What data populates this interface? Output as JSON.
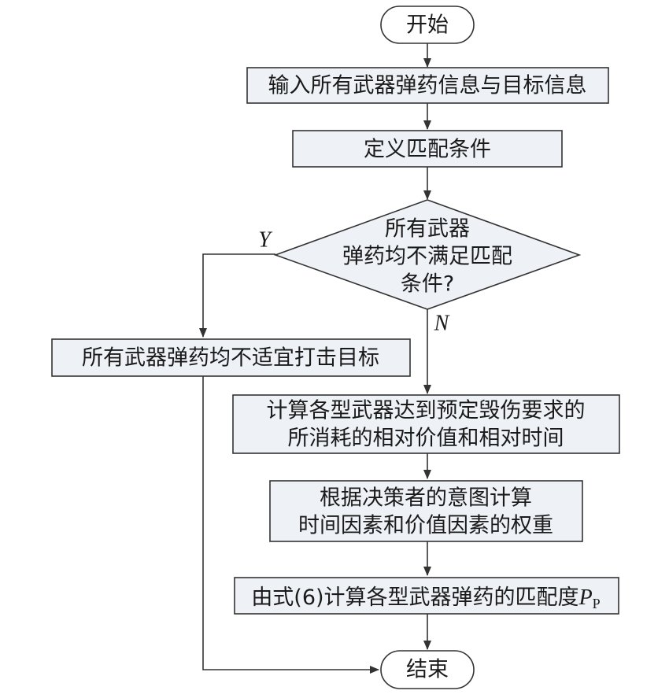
{
  "flowchart": {
    "start": "开始",
    "step_input": "输入所有武器弹药信息与目标信息",
    "step_define": "定义匹配条件",
    "decision": {
      "line1": "所有武器",
      "line2": "弹药均不满足匹配",
      "line3": "条件?"
    },
    "branch_yes": "Y",
    "branch_no": "N",
    "result_unsuitable": "所有武器弹药均不适宜打击目标",
    "step_calc": {
      "line1": "计算各型武器达到预定毁伤要求的",
      "line2": "所消耗的相对价值和相对时间"
    },
    "step_weight": {
      "line1": "根据决策者的意图计算",
      "line2": "时间因素和价值因素的权重"
    },
    "step_match": {
      "text": "由式(6)计算各型武器弹药的匹配度",
      "symbol": "P",
      "subscript": "P"
    },
    "end": "结束"
  }
}
